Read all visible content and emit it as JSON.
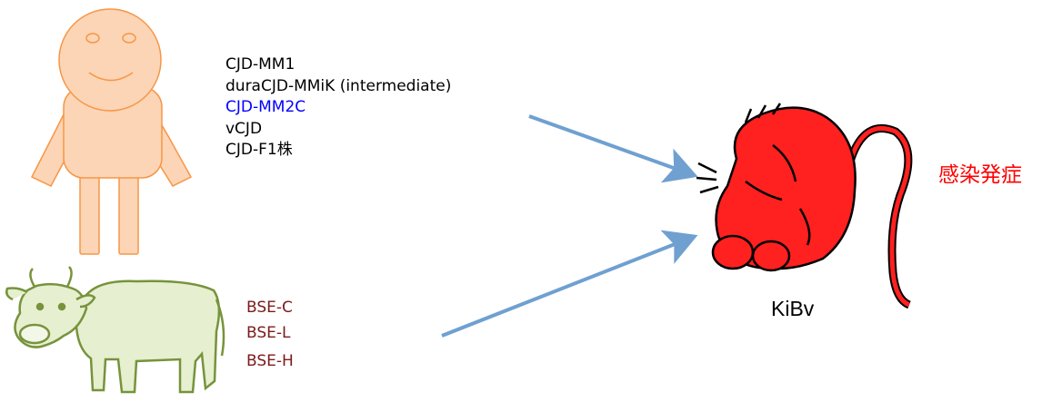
{
  "human_strains": [
    {
      "label": "CJD-MM1",
      "color": "#000000"
    },
    {
      "label": "duraCJD-MMiK (intermediate)",
      "color": "#000000"
    },
    {
      "label": "CJD-MM2C",
      "color": "#0000ff"
    },
    {
      "label": "vCJD",
      "color": "#000000"
    },
    {
      "label": "CJD-F1株",
      "color": "#000000"
    }
  ],
  "bse_strains": [
    "BSE-C",
    "BSE-L",
    "BSE-H"
  ],
  "target": {
    "label": "KiBv"
  },
  "result": {
    "label": "感染発症",
    "color": "#ff0000"
  },
  "colors": {
    "human_fill": "#fbd5b5",
    "human_stroke": "#f79646",
    "cow_fill": "#e6efcf",
    "cow_stroke": "#77933c",
    "mouse_fill": "#ff2020",
    "arrow": "#6fa0d0"
  }
}
